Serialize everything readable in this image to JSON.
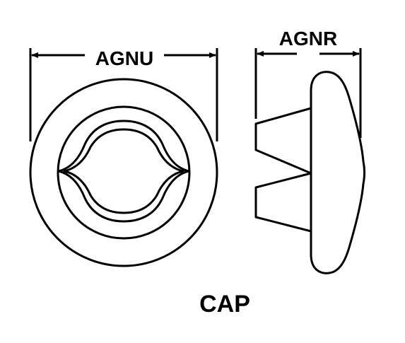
{
  "diagram": {
    "front_view_dimension_label": "AGNU",
    "side_view_dimension_label": "AGNR",
    "part_name": "CAP"
  },
  "colors": {
    "line": "#000000",
    "background": "#ffffff"
  }
}
